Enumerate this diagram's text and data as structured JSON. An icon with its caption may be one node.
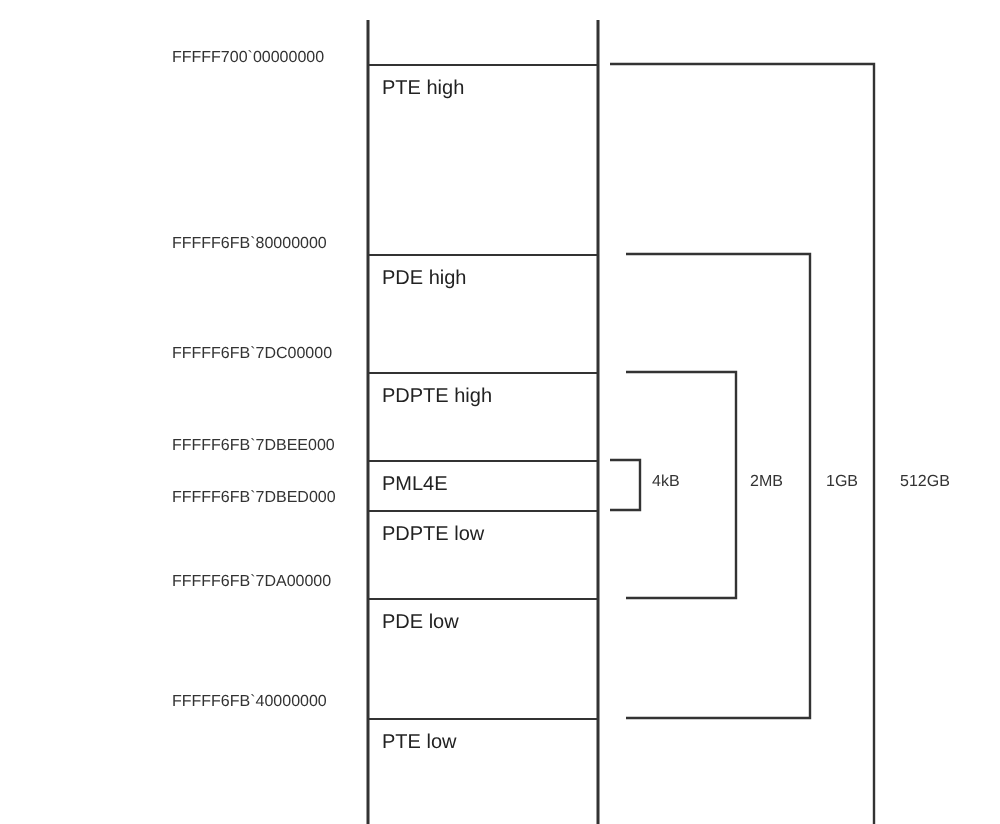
{
  "diagram": {
    "nodes": [
      {
        "text": [
          "PTE high"
        ]
      },
      {
        "text": [
          "PDE high"
        ]
      },
      {
        "text": [
          "PDPTE high"
        ]
      },
      {
        "text": [
          "PML4E"
        ]
      },
      {
        "text": [
          "PDPTE low"
        ]
      },
      {
        "text": [
          "PDE low"
        ]
      },
      {
        "text": [
          "PTE low"
        ]
      }
    ],
    "labels": [
      "FFFFF700`00000000",
      "FFFFF6FB`80000000",
      "FFFFF6FB`7DC00000",
      "FFFFF6FB`7DBEE000",
      "4kB",
      "2MB",
      "1GB",
      "512GB",
      "FFFFF6FB`7DBED000",
      "FFFFF6FB`7DA00000",
      "FFFFF6FB`40000000"
    ]
  }
}
